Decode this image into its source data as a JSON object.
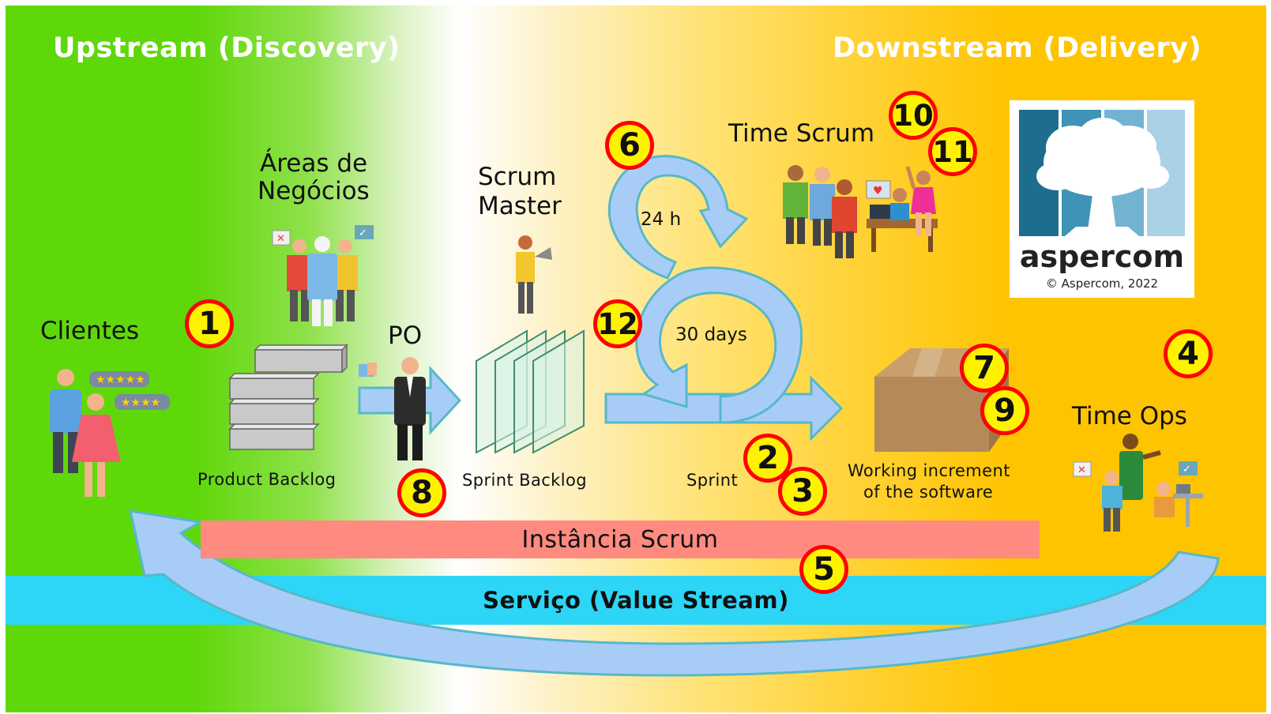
{
  "headers": {
    "upstream": "Upstream (Discovery)",
    "downstream": "Downstream (Delivery)"
  },
  "labels": {
    "clientes": "Clientes",
    "areas_line1": "Áreas de",
    "areas_line2": "Negócios",
    "po": "PO",
    "scrum_master_line1": "Scrum",
    "scrum_master_line2": "Master",
    "time_scrum": "Time Scrum",
    "time_ops": "Time Ops",
    "product_backlog": "Product Backlog",
    "sprint_backlog": "Sprint Backlog",
    "sprint": "Sprint",
    "increment_line1": "Working increment",
    "increment_line2": "of the software",
    "cycle_24h": "24 h",
    "cycle_30days": "30 days"
  },
  "bands": {
    "scrum_instance": "Instância Scrum",
    "service": "Serviço (Value Stream)"
  },
  "badges": [
    "1",
    "2",
    "3",
    "4",
    "5",
    "6",
    "7",
    "8",
    "9",
    "10",
    "11",
    "12"
  ],
  "logo": {
    "name": "aspercom",
    "copyright": "© Aspercom, 2022"
  },
  "colors": {
    "upstream_green": "#5fd80a",
    "downstream_yellow": "#ffc400",
    "badge_fill": "#fff200",
    "badge_border": "#ff0000",
    "arrow_fill": "#a7cdf7",
    "arrow_stroke": "#57b8c8",
    "scrum_band": "#ff8a80",
    "service_band": "#2dd6f6",
    "logo_blue": "#1d6d8f"
  }
}
